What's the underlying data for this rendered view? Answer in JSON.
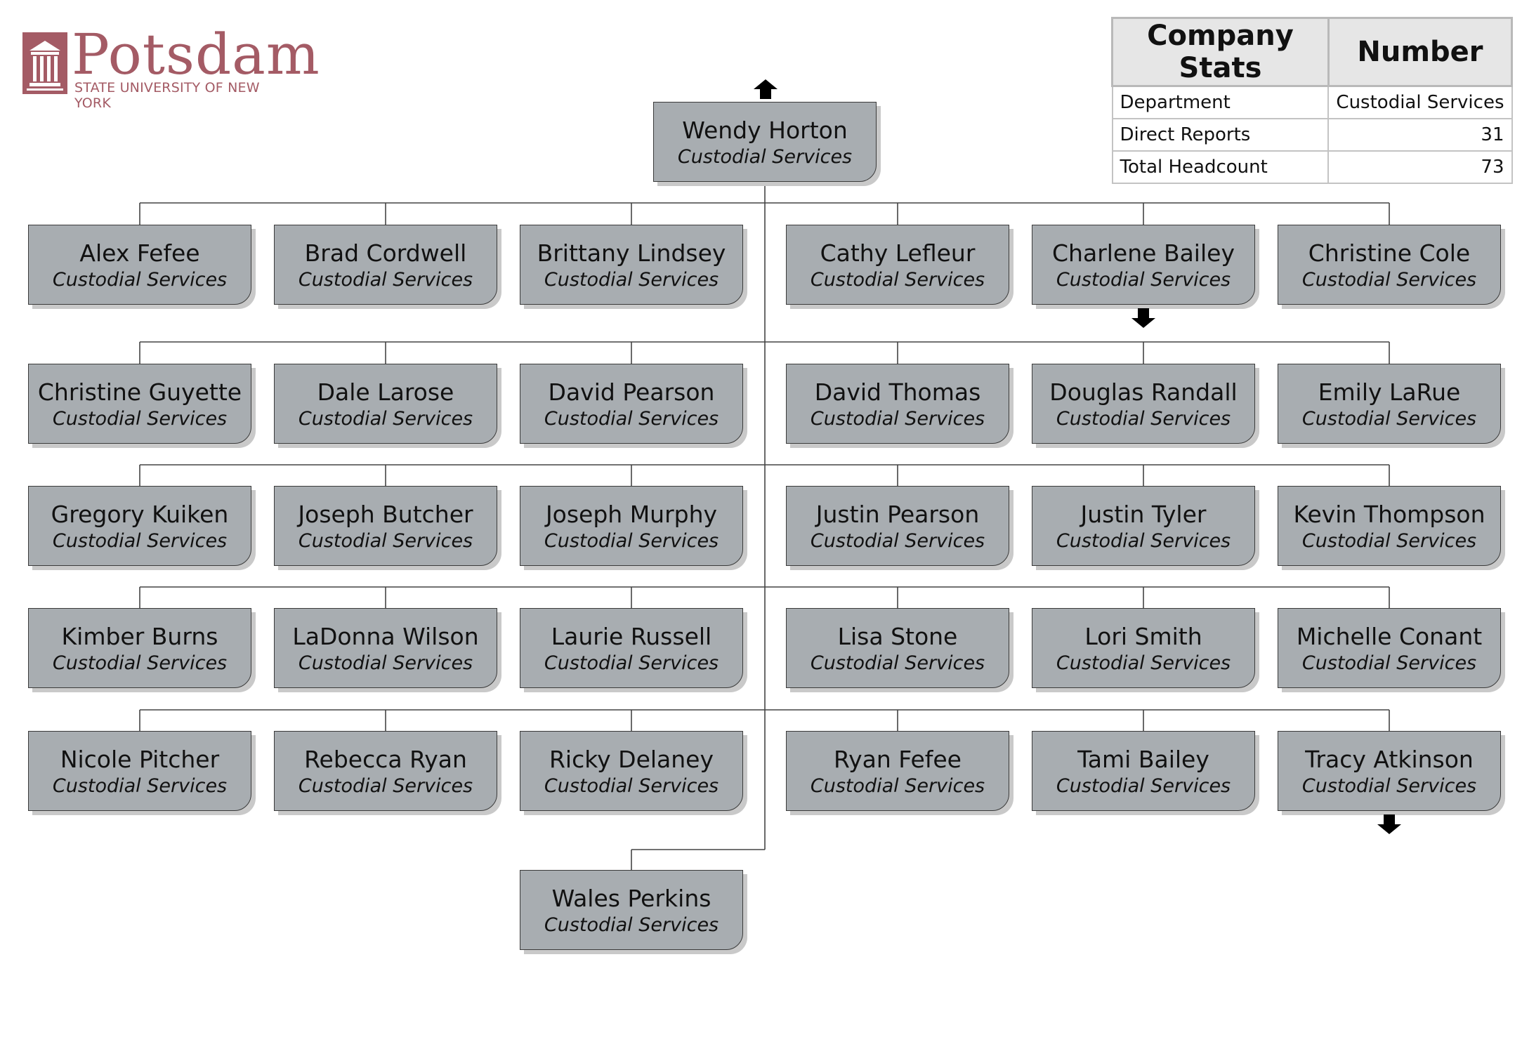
{
  "logo": {
    "wordmark": "Potsdam",
    "tagline": "STATE UNIVERSITY OF NEW YORK",
    "color": "#a45b65"
  },
  "stats": {
    "header": [
      "Company Stats",
      "Number"
    ],
    "rows": [
      {
        "label": "Department",
        "value": "Custodial Services"
      },
      {
        "label": "Direct Reports",
        "value": "31"
      },
      {
        "label": "Total Headcount",
        "value": "73"
      }
    ]
  },
  "manager": {
    "name": "Wendy Horton",
    "dept": "Custodial Services"
  },
  "reports": [
    {
      "name": "Alex Fefee",
      "dept": "Custodial Services"
    },
    {
      "name": "Brad Cordwell",
      "dept": "Custodial Services"
    },
    {
      "name": "Brittany Lindsey",
      "dept": "Custodial Services"
    },
    {
      "name": "Cathy Lefleur",
      "dept": "Custodial Services"
    },
    {
      "name": "Charlene Bailey",
      "dept": "Custodial Services"
    },
    {
      "name": "Christine Cole",
      "dept": "Custodial Services"
    },
    {
      "name": "Christine Guyette",
      "dept": "Custodial Services"
    },
    {
      "name": "Dale Larose",
      "dept": "Custodial Services"
    },
    {
      "name": "David Pearson",
      "dept": "Custodial Services"
    },
    {
      "name": "David Thomas",
      "dept": "Custodial Services"
    },
    {
      "name": "Douglas Randall",
      "dept": "Custodial Services"
    },
    {
      "name": "Emily LaRue",
      "dept": "Custodial Services"
    },
    {
      "name": "Gregory Kuiken",
      "dept": "Custodial Services"
    },
    {
      "name": "Joseph Butcher",
      "dept": "Custodial Services"
    },
    {
      "name": "Joseph Murphy",
      "dept": "Custodial Services"
    },
    {
      "name": "Justin Pearson",
      "dept": "Custodial Services"
    },
    {
      "name": "Justin Tyler",
      "dept": "Custodial Services"
    },
    {
      "name": "Kevin Thompson",
      "dept": "Custodial Services"
    },
    {
      "name": "Kimber Burns",
      "dept": "Custodial Services"
    },
    {
      "name": "LaDonna Wilson",
      "dept": "Custodial Services"
    },
    {
      "name": "Laurie Russell",
      "dept": "Custodial Services"
    },
    {
      "name": "Lisa Stone",
      "dept": "Custodial Services"
    },
    {
      "name": "Lori Smith",
      "dept": "Custodial Services"
    },
    {
      "name": "Michelle Conant",
      "dept": "Custodial Services"
    },
    {
      "name": "Nicole Pitcher",
      "dept": "Custodial Services"
    },
    {
      "name": "Rebecca Ryan",
      "dept": "Custodial Services"
    },
    {
      "name": "Ricky Delaney",
      "dept": "Custodial Services"
    },
    {
      "name": "Ryan Fefee",
      "dept": "Custodial Services"
    },
    {
      "name": "Tami Bailey",
      "dept": "Custodial Services"
    },
    {
      "name": "Tracy Atkinson",
      "dept": "Custodial Services"
    },
    {
      "name": "Wales Perkins",
      "dept": "Custodial Services"
    }
  ],
  "expandable": [
    "Charlene Bailey",
    "Tracy Atkinson"
  ],
  "colors": {
    "node_fill": "#a8adb1",
    "node_border": "#3a3a3a",
    "node_shadow": "#c9c9c9",
    "connector": "#444444"
  }
}
